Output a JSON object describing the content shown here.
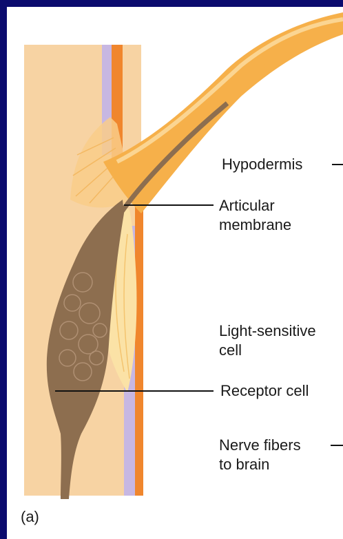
{
  "labels": {
    "hypodermis": "Hypodermis",
    "articular_membrane_line1": "Articular",
    "articular_membrane_line2": "membrane",
    "light_sensitive_line1": "Light-sensitive",
    "light_sensitive_line2": "cell",
    "receptor_cell": "Receptor cell",
    "nerve_fibers_line1": "Nerve fibers",
    "nerve_fibers_line2": "to brain",
    "panel_letter": "(a)"
  },
  "colors": {
    "background_frame": "#0b0b6e",
    "panel": "#ffffff",
    "hypodermis_tissue": "#f7d3a3",
    "cuticle_orange": "#f0862d",
    "membrane_lavender": "#c7b7e2",
    "hair_orange": "#f6b04a",
    "receptor_brown": "#8d6e4f",
    "light_sensitive_yellow": "#fbe2a6"
  }
}
